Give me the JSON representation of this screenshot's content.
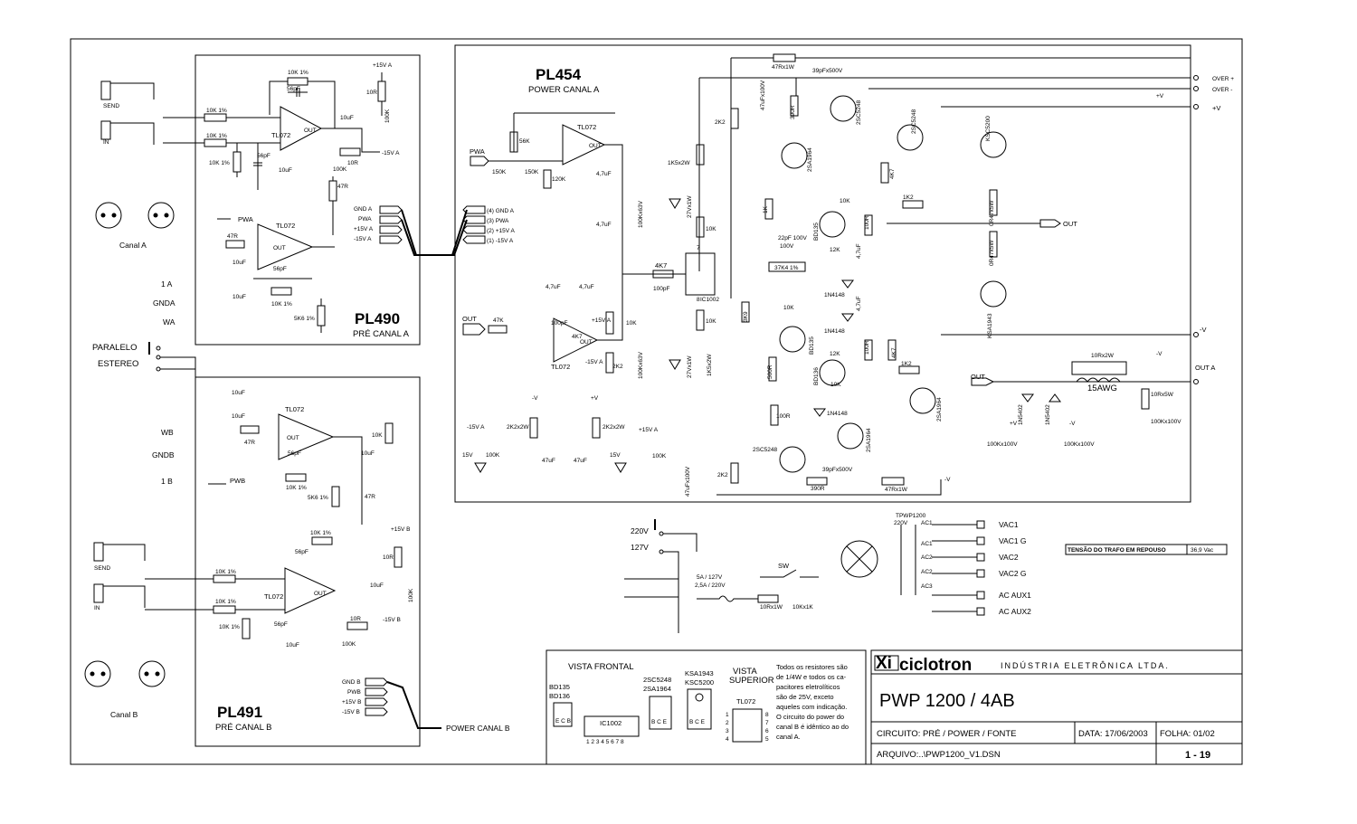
{
  "boards": {
    "pl490": {
      "title": "PL490",
      "subtitle": "PRÉ CANAL A"
    },
    "pl454": {
      "title": "PL454",
      "subtitle": "POWER CANAL A"
    },
    "pl491": {
      "title": "PL491",
      "subtitle": "PRÉ CANAL B"
    }
  },
  "connectors": {
    "send": "SEND",
    "in": "IN",
    "canal_a": "Canal A",
    "canal_b": "Canal B",
    "pin_1a": "1 A",
    "pin_gnda": "GNDA",
    "pin_wa": "WA",
    "pin_wb": "WB",
    "pin_gndb": "GNDB",
    "pin_1b": "1 B",
    "paralelo": "PARALELO",
    "estereo": "ESTEREO",
    "pwa": "PWA",
    "pwb": "PWB",
    "out": "OUT",
    "out_a": "OUT A",
    "over_plus": "OVER +",
    "over_minus": "OVER -",
    "plus_v": "+V",
    "minus_v": "-V",
    "power_canal_b": "POWER CANAL B"
  },
  "harness_a": [
    "GND A",
    "PWA",
    "+15V A",
    "-15V A"
  ],
  "harness_power": [
    "(4) GND A",
    "(3) PWA",
    "(2) +15V A",
    "(1) -15V A"
  ],
  "harness_b": [
    "GND B",
    "PWB",
    "+15V B",
    "-15V B"
  ],
  "components": {
    "tl072": "TL072",
    "r10k1": "10K 1%",
    "c56pf": "56pF",
    "c10uf": "10uF",
    "r10r": "10R",
    "r10k": "10K",
    "r100k": "100K",
    "r47r": "47R",
    "r5k6": "5K6 1%",
    "v15a_pos": "+15V A",
    "v15a_neg": "-15V A",
    "v15b_pos": "+15V B",
    "v15b_neg": "-15V B",
    "r47k": "47K",
    "r150k": "150K",
    "r56k": "56K",
    "r120k": "120K",
    "c4u7": "4,7uF",
    "r4k7": "4K7",
    "c100pf": "100pF",
    "ic1002": "IC1002",
    "r2k2": "2K2",
    "r1k5": "1K5x2W",
    "z27v": "27Vx1W",
    "c100k63": "100Kx63V",
    "r47rx1w": "47Rx1W",
    "c39pf": "39pFx500V",
    "r390r": "390R",
    "r2k2x2w": "2K2x2W",
    "c22pf": "22pF\n100V",
    "r37k4": "37K4 1%",
    "r12k": "12K",
    "r100r": "100R",
    "r1k": "1K",
    "r1k2": "1K2",
    "r3k9": "3K9",
    "r500r": "500R",
    "r0r47": "0R47x5W",
    "bd135": "BD135",
    "bd136": "BD136",
    "q2sa1964": "2SA1964",
    "q2sc5248": "2SC5248",
    "ksa1943": "KSA1943",
    "ksc5200": "KSC5200",
    "d1n4148": "1N4148",
    "z15v": "15V",
    "c47uf": "47uF",
    "r10rx2w": "10Rx2W",
    "l15awg": "15AWG",
    "r10rx5w": "10Rx5W",
    "c100kx100v": "100Kx100V",
    "d1n5402": "1N5402"
  },
  "supply": {
    "v220": "220V",
    "v127": "127V",
    "fuse": "5A / 127V\n2,5A / 220V",
    "sw": "SW",
    "r10rx1w": "10Rx1W",
    "c10kx1k": "10Kx1K",
    "transformer": "TPWP1200",
    "outputs": [
      "VAC1",
      "VAC1 G",
      "VAC2",
      "VAC2 G",
      "AC AUX1",
      "AC AUX2"
    ]
  },
  "trafo": {
    "label": "TENSÃO DO TRAFO EM REPOUSO",
    "value": "36,9 Vac"
  },
  "legend": {
    "vista_frontal": "VISTA FRONTAL",
    "vista_superior": "VISTA\nSUPERIOR",
    "bd": "BD135\nBD136",
    "ic": "IC1002",
    "sc": "2SC5248\n2SA1964",
    "ks": "KSA1943\nKSC5200",
    "tl": "TL072",
    "pins_ecb": "E C B",
    "pins_bce": "B C E",
    "note": "Todos os resistores são\nde 1/4W e todos os ca-\npacitores eletrolíticos\nsão de 25V, exceto\naqueles com indicação.\nO circuito do power do\ncanal B é idêntico ao do\ncanal A."
  },
  "titleblock": {
    "brand": "ciclotron",
    "company": "INDÚSTRIA ELETRÔNICA LTDA.",
    "model": "PWP 1200 / 4AB",
    "circuito": "CIRCUITO: PRÉ / POWER / FONTE",
    "data": "DATA: 17/06/2003",
    "folha": "FOLHA: 01/02",
    "arquivo": "ARQUIVO:..\\PWP1200_V1.DSN",
    "page": "1 - 19"
  }
}
